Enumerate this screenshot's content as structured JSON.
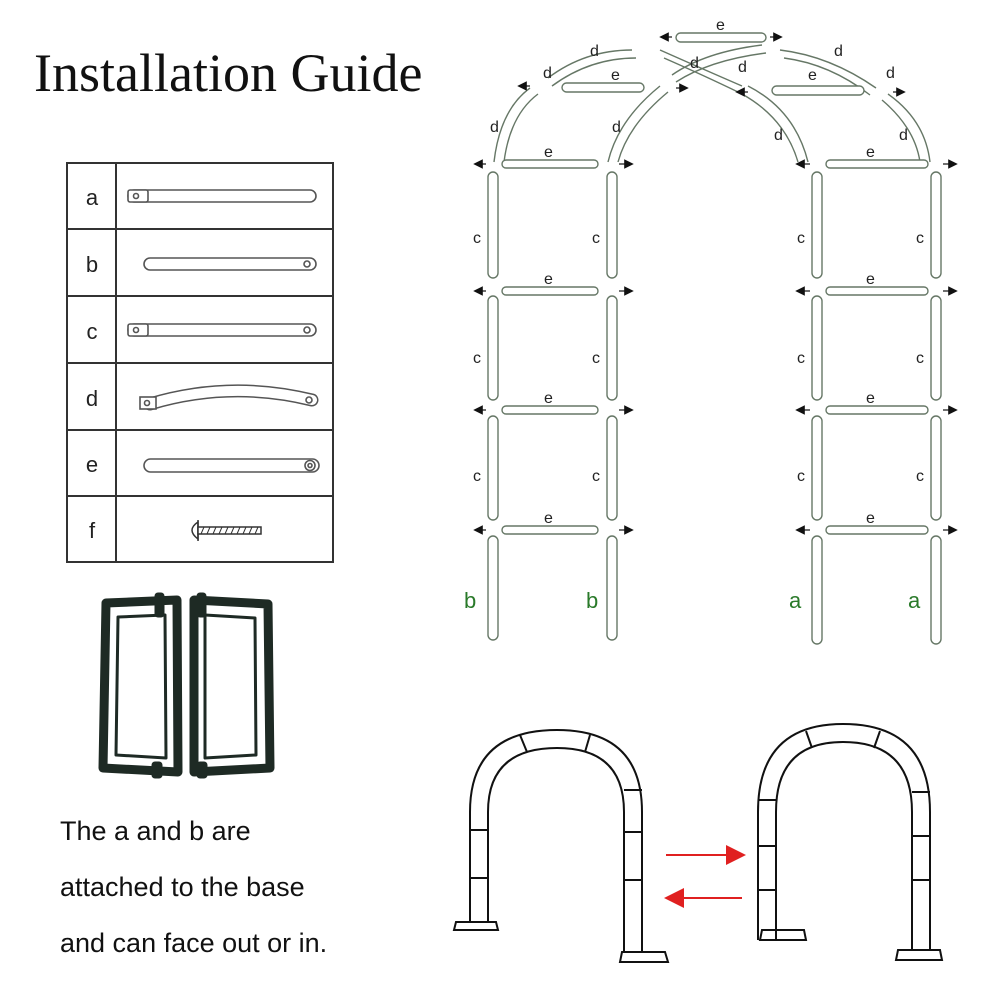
{
  "title": "Installation Guide",
  "parts_table": {
    "rows": [
      {
        "letter": "a",
        "part": "straight-tube-open-end-icon"
      },
      {
        "letter": "b",
        "part": "straight-tube-plain-icon"
      },
      {
        "letter": "c",
        "part": "straight-tube-two-holes-icon"
      },
      {
        "letter": "d",
        "part": "curved-tube-icon"
      },
      {
        "letter": "e",
        "part": "crossbar-tube-icon"
      },
      {
        "letter": "f",
        "part": "screw-icon"
      }
    ]
  },
  "diagram_labels": {
    "d": "d",
    "e": "e",
    "c": "c",
    "b": "b",
    "a": "a"
  },
  "note_lines": [
    "The a and b are",
    "attached to the base",
    "and can face out or in."
  ],
  "colors": {
    "tube_stroke": "#556655",
    "base_label": "#2a7a2a",
    "arrow_red": "#e02020",
    "frame_dark": "#1e2a24"
  }
}
